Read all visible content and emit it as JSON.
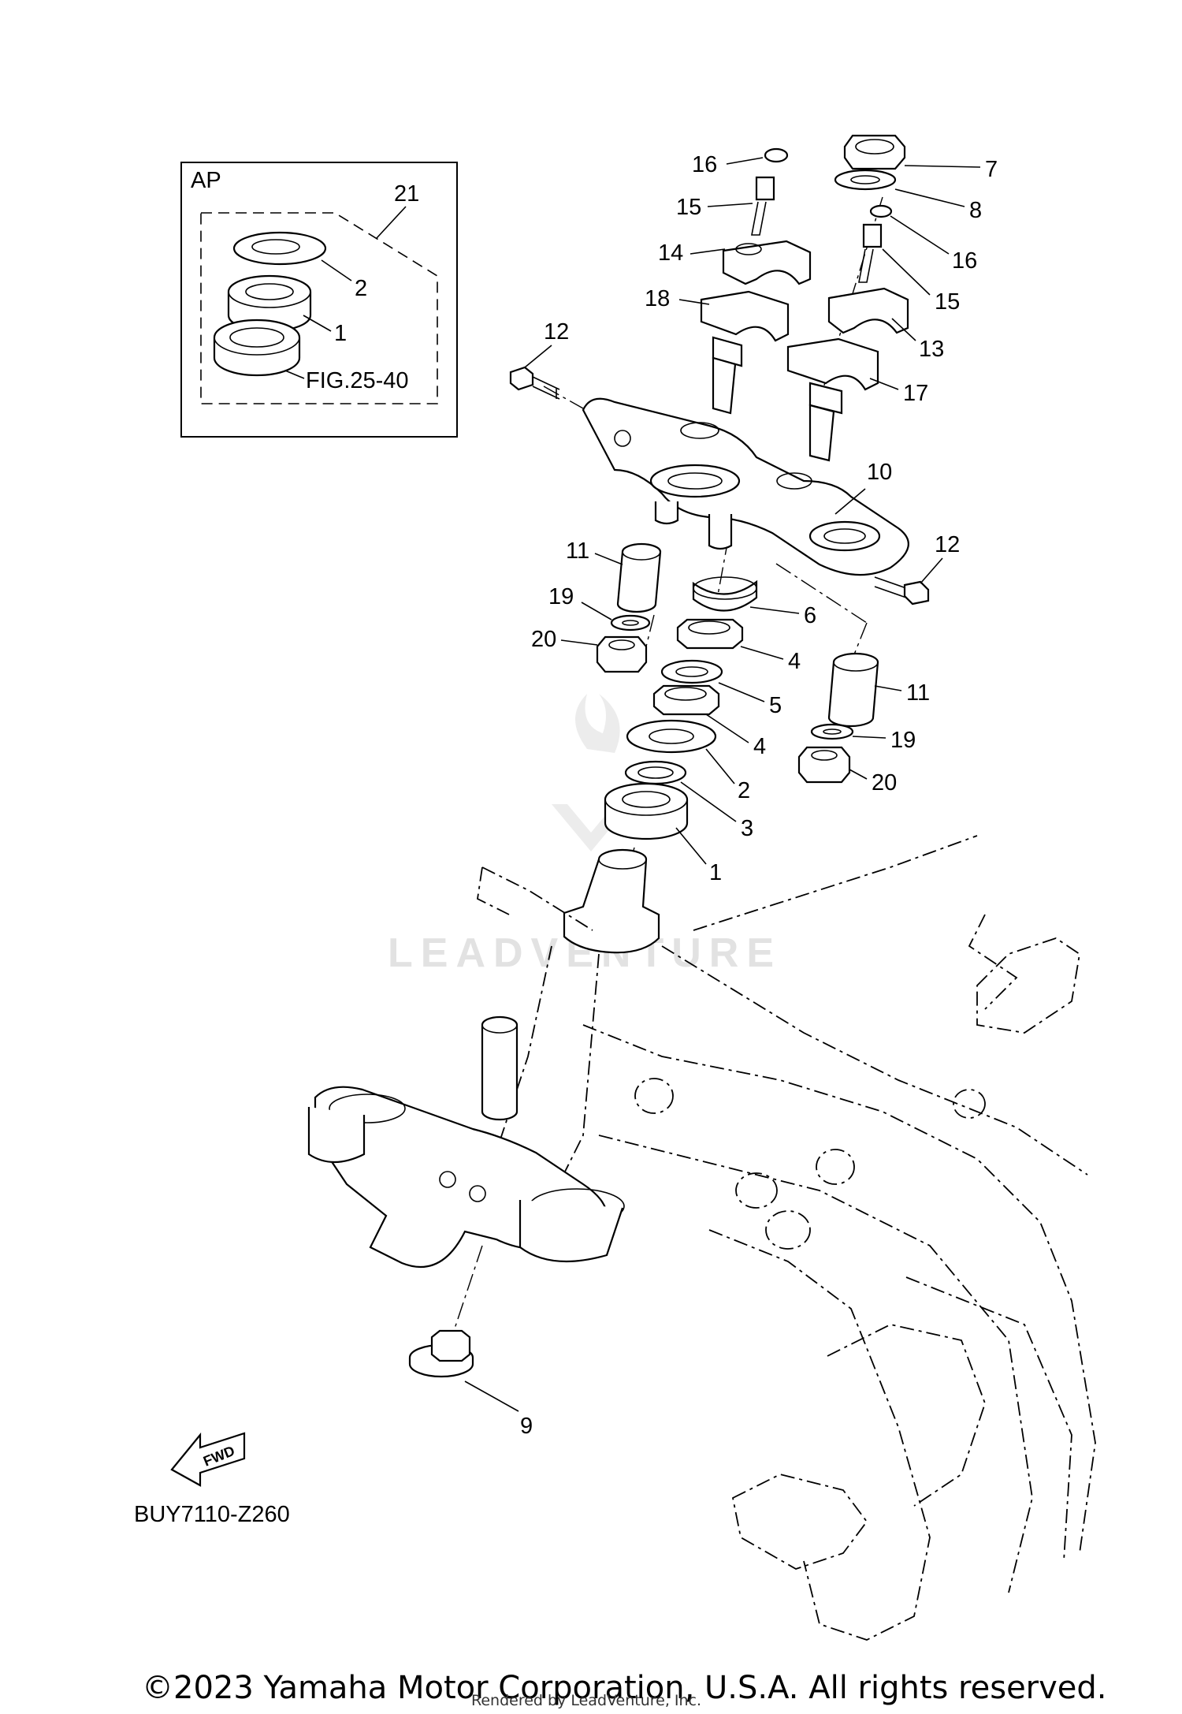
{
  "diagram_id": "BUY7110-Z260",
  "inset": {
    "label": "AP",
    "ref": "FIG.25-40",
    "group_callout": "21"
  },
  "callouts": {
    "c1": "1",
    "c2": "2",
    "c3": "3",
    "c4": "4",
    "c5": "5",
    "c6": "6",
    "c7": "7",
    "c8": "8",
    "c9": "9",
    "c10": "10",
    "c11": "11",
    "c12": "12",
    "c13": "13",
    "c14": "14",
    "c15": "15",
    "c16": "16",
    "c17": "17",
    "c18": "18",
    "c19": "19",
    "c20": "20",
    "c21": "21"
  },
  "fwd_label": "FWD",
  "watermark": "LEADVENTURE",
  "copyright": "©2023 Yamaha Motor Corporation, U.S.A. All rights reserved.",
  "rendered_by": "Rendered by LeadVenture, Inc."
}
